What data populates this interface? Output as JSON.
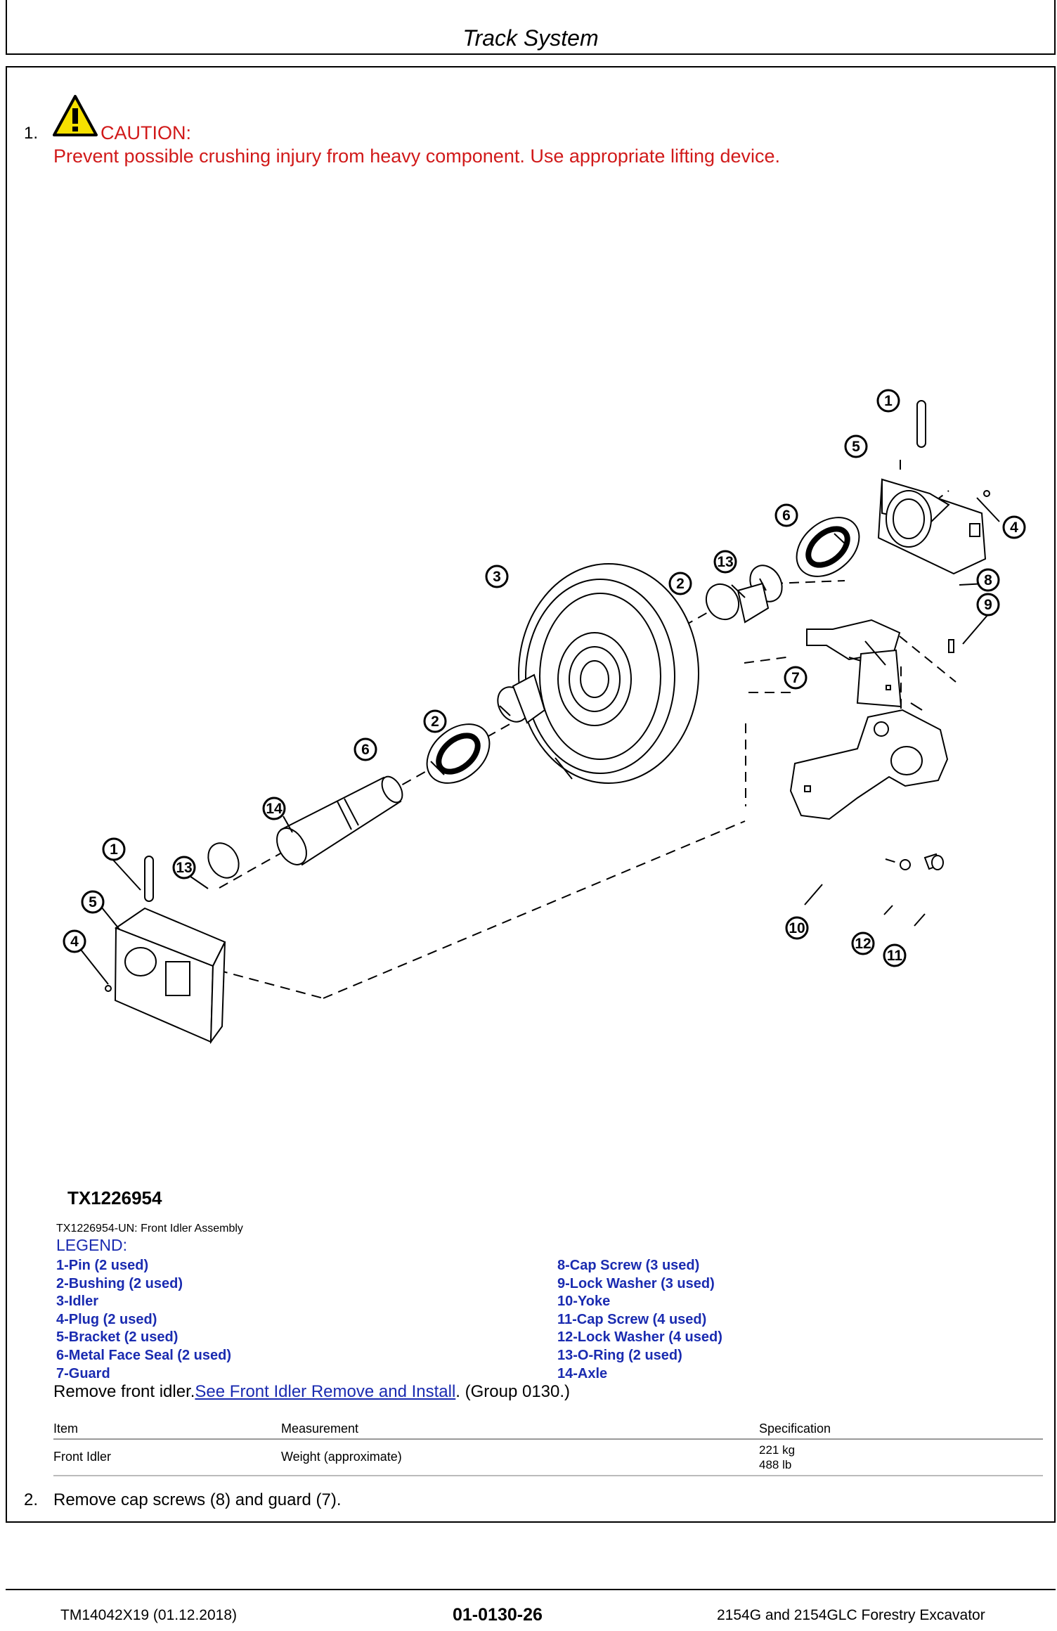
{
  "header": {
    "title": "Track System"
  },
  "step1": {
    "number": "1.",
    "caution_label": "CAUTION:",
    "caution_text": "Prevent possible crushing injury from heavy component. Use appropriate lifting device."
  },
  "figure": {
    "callouts": [
      "1",
      "5",
      "4",
      "6",
      "13",
      "3",
      "2",
      "8",
      "9",
      "7",
      "2",
      "6",
      "14",
      "1",
      "13",
      "5",
      "4",
      "10",
      "12",
      "11"
    ],
    "id": "TX1226954",
    "caption": "TX1226954-UN: Front Idler Assembly"
  },
  "legend": {
    "title": "LEGEND:",
    "left": [
      "1-Pin (2 used)",
      "2-Bushing (2 used)",
      "3-Idler",
      "4-Plug (2 used)",
      "5-Bracket (2 used)",
      "6-Metal Face Seal (2 used)",
      "7-Guard"
    ],
    "right": [
      "8-Cap Screw (3 used)",
      "9-Lock Washer (3 used)",
      "10-Yoke",
      "11-Cap Screw (4 used)",
      "12-Lock Washer (4 used)",
      "13-O-Ring (2 used)",
      "14-Axle"
    ]
  },
  "remove": {
    "text": "Remove front idler.",
    "link": "See Front Idler Remove and Install",
    "suffix": ". (Group 0130.)"
  },
  "spec_table": {
    "headers": [
      "Item",
      "Measurement",
      "Specification"
    ],
    "row": {
      "item": "Front Idler",
      "measurement": "Weight (approximate)",
      "metric": "221 kg",
      "imperial": "488 lb"
    }
  },
  "step2": {
    "number": "2.",
    "text": "Remove cap screws (8) and guard (7)."
  },
  "footer": {
    "left": "TM14042X19 (01.12.2018)",
    "center": "01-0130-26",
    "right": "2154G and 2154GLC Forestry Excavator"
  },
  "colors": {
    "caution": "#d11a1a",
    "legend": "#1a2bb0"
  },
  "icons": {
    "caution": "warning-triangle-icon"
  }
}
